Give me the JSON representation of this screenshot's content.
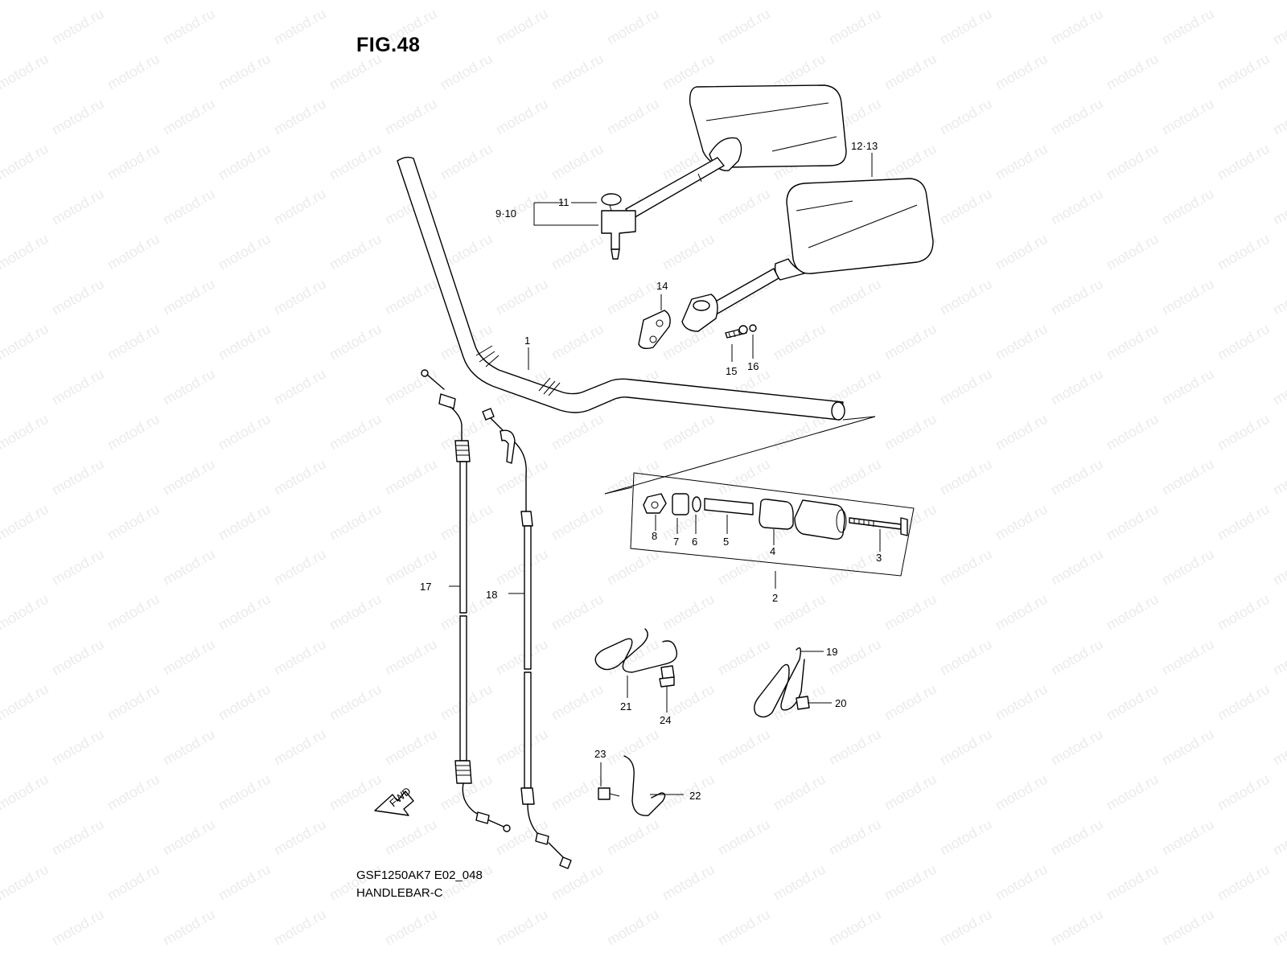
{
  "figure": {
    "title": "FIG.48",
    "model_code": "GSF1250AK7 E02_048",
    "section_name": "HANDLEBAR-C",
    "watermark": "motod.ru",
    "fwd_label": "FWD"
  },
  "callouts": [
    {
      "id": "c1",
      "label": "1"
    },
    {
      "id": "c2",
      "label": "2"
    },
    {
      "id": "c3",
      "label": "3"
    },
    {
      "id": "c4",
      "label": "4"
    },
    {
      "id": "c5",
      "label": "5"
    },
    {
      "id": "c6",
      "label": "6"
    },
    {
      "id": "c7",
      "label": "7"
    },
    {
      "id": "c8",
      "label": "8"
    },
    {
      "id": "c910",
      "label": "9·10"
    },
    {
      "id": "c11",
      "label": "11"
    },
    {
      "id": "c1213",
      "label": "12·13"
    },
    {
      "id": "c14",
      "label": "14"
    },
    {
      "id": "c15",
      "label": "15"
    },
    {
      "id": "c16",
      "label": "16"
    },
    {
      "id": "c17",
      "label": "17"
    },
    {
      "id": "c18",
      "label": "18"
    },
    {
      "id": "c19",
      "label": "19"
    },
    {
      "id": "c20",
      "label": "20"
    },
    {
      "id": "c21",
      "label": "21"
    },
    {
      "id": "c22",
      "label": "22"
    },
    {
      "id": "c23",
      "label": "23"
    },
    {
      "id": "c24",
      "label": "24"
    }
  ]
}
